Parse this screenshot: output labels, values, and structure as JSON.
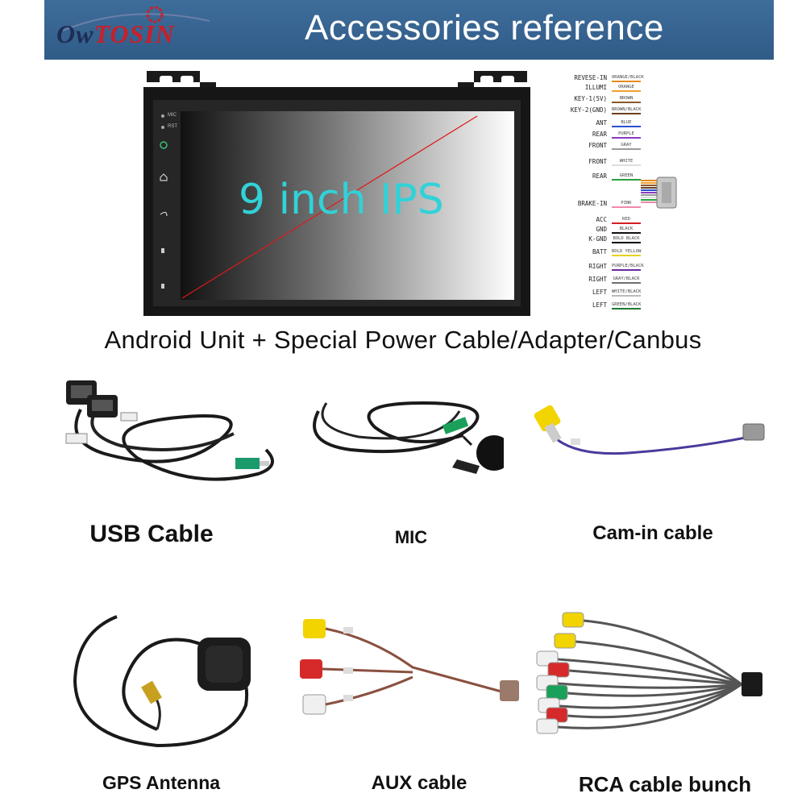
{
  "header": {
    "brand_ow": "Ow",
    "brand_tosin": "TOSIN",
    "title": "Accessories reference"
  },
  "unit": {
    "screen_label": "9 inch IPS",
    "side_marks": [
      "MIC",
      "RST"
    ]
  },
  "wiring": {
    "rows": [
      {
        "label": "REVESE-IN",
        "color_text": "ORANGE/BLACK",
        "color": "#e68a1e"
      },
      {
        "label": "ILLUMI",
        "color_text": "ORANGE",
        "color": "#f0a030"
      },
      {
        "label": "KEY-1(5V)",
        "color_text": "BROWN",
        "color": "#8a5a2b"
      },
      {
        "label": "KEY-2(GND)",
        "color_text": "BROWN/BLACK",
        "color": "#6b4020"
      },
      {
        "label": "ANT",
        "color_text": "BLUE",
        "color": "#2a4fd0"
      },
      {
        "label": "REAR",
        "color_text": "PURPLE",
        "color": "#8a3ac0"
      },
      {
        "label": "FRONT",
        "color_text": "GRAY",
        "color": "#9a9a9a"
      },
      {
        "label": "FRONT",
        "color_text": "WHITE",
        "color": "#dddddd"
      },
      {
        "label": "REAR",
        "color_text": "GREEN",
        "color": "#2aa040"
      },
      {
        "label": "BRAKE-IN",
        "color_text": "PINK",
        "color": "#f08aa8"
      },
      {
        "label": "ACC",
        "color_text": "RED",
        "color": "#d42020"
      },
      {
        "label": "GND",
        "color_text": "BLACK",
        "color": "#111111"
      },
      {
        "label": "K-GND",
        "color_text": "BOLD BLACK",
        "color": "#000000"
      },
      {
        "label": "BATT",
        "color_text": "BOLD YELLOW",
        "color": "#e8d020"
      },
      {
        "label": "RIGHT",
        "color_text": "PURPLE/BLACK",
        "color": "#6a2aa0"
      },
      {
        "label": "RIGHT",
        "color_text": "GRAY/BLACK",
        "color": "#707070"
      },
      {
        "label": "LEFT",
        "color_text": "WHITE/BLACK",
        "color": "#bbbbbb"
      },
      {
        "label": "LEFT",
        "color_text": "GREEN/BLACK",
        "color": "#1f7a30"
      }
    ]
  },
  "caption": "Android Unit + Special Power Cable/Adapter/Canbus",
  "accessories": [
    {
      "name": "USB Cable"
    },
    {
      "name": "MIC"
    },
    {
      "name": "Cam-in cable"
    },
    {
      "name": "GPS Antenna"
    },
    {
      "name": "AUX cable"
    },
    {
      "name": "RCA cable bunch"
    }
  ],
  "colors": {
    "banner": "#2f5b87",
    "screen_text": "#31d2d8",
    "rca_yellow": "#f2d400",
    "rca_red": "#d62a2a",
    "rca_white": "#f0f0f0",
    "rca_green": "#1aa05a"
  }
}
